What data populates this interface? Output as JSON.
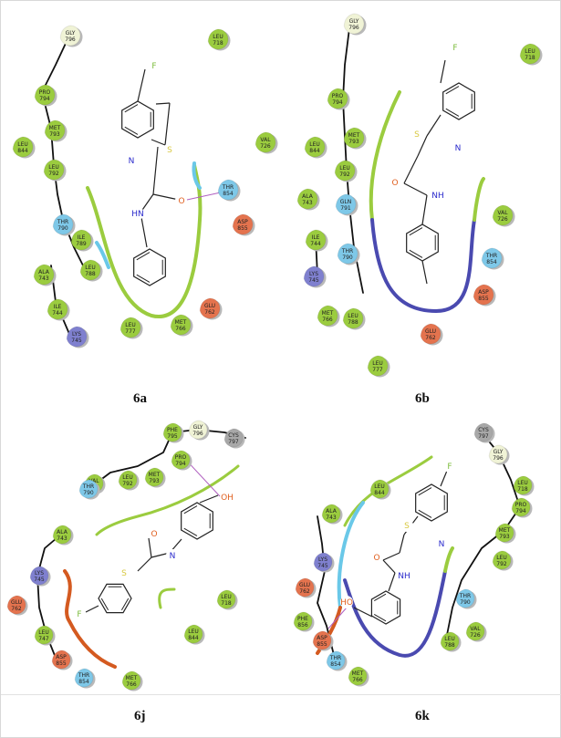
{
  "colors": {
    "hydrophobic": "#9bcc3f",
    "polar": "#7ec8e8",
    "neg": "#e4734e",
    "pos": "#7f80cf",
    "glycine": "#f0f3d6",
    "unknown": "#a8a8a8",
    "pocket_green": "#9bcc3f",
    "pocket_blue": "#4a4ab0",
    "pocket_red": "#d45a20",
    "pocket_cyan": "#6ac8e8",
    "hbond": "#b060c0",
    "backbone": "#111111",
    "nitrogen": "#2a2acc",
    "oxygen": "#e06020",
    "sulfur": "#d8c840",
    "fluorine": "#7cbc3c"
  },
  "panels": [
    {
      "id": "6a",
      "caption": "6a",
      "residues": [
        {
          "name": "GLY",
          "num": "796",
          "type": "glycine"
        },
        {
          "name": "LEU",
          "num": "718",
          "type": "hydrophobic"
        },
        {
          "name": "PRO",
          "num": "794",
          "type": "hydrophobic"
        },
        {
          "name": "MET",
          "num": "793",
          "type": "hydrophobic"
        },
        {
          "name": "LEU",
          "num": "844",
          "type": "hydrophobic"
        },
        {
          "name": "LEU",
          "num": "792",
          "type": "hydrophobic"
        },
        {
          "name": "VAL",
          "num": "726",
          "type": "hydrophobic"
        },
        {
          "name": "THR",
          "num": "854",
          "type": "polar"
        },
        {
          "name": "ASP",
          "num": "855",
          "type": "neg"
        },
        {
          "name": "THR",
          "num": "790",
          "type": "polar"
        },
        {
          "name": "ILE",
          "num": "789",
          "type": "hydrophobic"
        },
        {
          "name": "LEU",
          "num": "788",
          "type": "hydrophobic"
        },
        {
          "name": "ALA",
          "num": "743",
          "type": "hydrophobic"
        },
        {
          "name": "ILE",
          "num": "744",
          "type": "hydrophobic"
        },
        {
          "name": "LYS",
          "num": "745",
          "type": "pos"
        },
        {
          "name": "LEU",
          "num": "777",
          "type": "hydrophobic"
        },
        {
          "name": "MET",
          "num": "766",
          "type": "hydrophobic"
        },
        {
          "name": "GLU",
          "num": "762",
          "type": "neg"
        }
      ],
      "atoms": [
        {
          "label": "F",
          "element": "fluorine"
        },
        {
          "label": "S",
          "element": "sulfur"
        },
        {
          "label": "N",
          "element": "nitrogen"
        },
        {
          "label": "O",
          "element": "oxygen"
        },
        {
          "label": "HN",
          "element": "nitrogen"
        }
      ]
    },
    {
      "id": "6b",
      "caption": "6b",
      "residues": [
        {
          "name": "GLY",
          "num": "796",
          "type": "glycine"
        },
        {
          "name": "LEU",
          "num": "718",
          "type": "hydrophobic"
        },
        {
          "name": "PRO",
          "num": "794",
          "type": "hydrophobic"
        },
        {
          "name": "MET",
          "num": "793",
          "type": "hydrophobic"
        },
        {
          "name": "LEU",
          "num": "844",
          "type": "hydrophobic"
        },
        {
          "name": "LEU",
          "num": "792",
          "type": "hydrophobic"
        },
        {
          "name": "ALA",
          "num": "743",
          "type": "hydrophobic"
        },
        {
          "name": "GLN",
          "num": "791",
          "type": "polar"
        },
        {
          "name": "ILE",
          "num": "744",
          "type": "hydrophobic"
        },
        {
          "name": "THR",
          "num": "790",
          "type": "polar"
        },
        {
          "name": "VAL",
          "num": "726",
          "type": "hydrophobic"
        },
        {
          "name": "LYS",
          "num": "745",
          "type": "pos"
        },
        {
          "name": "THR",
          "num": "854",
          "type": "polar"
        },
        {
          "name": "ASP",
          "num": "855",
          "type": "neg"
        },
        {
          "name": "MET",
          "num": "766",
          "type": "hydrophobic"
        },
        {
          "name": "LEU",
          "num": "788",
          "type": "hydrophobic"
        },
        {
          "name": "GLU",
          "num": "762",
          "type": "neg"
        },
        {
          "name": "LEU",
          "num": "777",
          "type": "hydrophobic"
        }
      ],
      "atoms": [
        {
          "label": "F",
          "element": "fluorine"
        },
        {
          "label": "S",
          "element": "sulfur"
        },
        {
          "label": "N",
          "element": "nitrogen"
        },
        {
          "label": "O",
          "element": "oxygen"
        },
        {
          "label": "NH",
          "element": "nitrogen"
        }
      ]
    },
    {
      "id": "6j",
      "caption": "6j",
      "residues": [
        {
          "name": "PHE",
          "num": "795",
          "type": "hydrophobic"
        },
        {
          "name": "GLY",
          "num": "796",
          "type": "glycine"
        },
        {
          "name": "CYS",
          "num": "797",
          "type": "unknown"
        },
        {
          "name": "PRO",
          "num": "794",
          "type": "hydrophobic"
        },
        {
          "name": "VAL",
          "num": "726",
          "type": "hydrophobic"
        },
        {
          "name": "LEU",
          "num": "792",
          "type": "hydrophobic"
        },
        {
          "name": "MET",
          "num": "793",
          "type": "hydrophobic"
        },
        {
          "name": "THR",
          "num": "790",
          "type": "polar"
        },
        {
          "name": "ALA",
          "num": "743",
          "type": "hydrophobic"
        },
        {
          "name": "LYS",
          "num": "745",
          "type": "pos"
        },
        {
          "name": "GLU",
          "num": "762",
          "type": "neg"
        },
        {
          "name": "LEU",
          "num": "718",
          "type": "hydrophobic"
        },
        {
          "name": "LEU",
          "num": "844",
          "type": "hydrophobic"
        },
        {
          "name": "LEU",
          "num": "747",
          "type": "hydrophobic"
        },
        {
          "name": "ASP",
          "num": "855",
          "type": "neg"
        },
        {
          "name": "THR",
          "num": "854",
          "type": "polar"
        },
        {
          "name": "MET",
          "num": "766",
          "type": "hydrophobic"
        }
      ],
      "atoms": [
        {
          "label": "OH",
          "element": "oxygen"
        },
        {
          "label": "O",
          "element": "oxygen"
        },
        {
          "label": "N",
          "element": "nitrogen"
        },
        {
          "label": "S",
          "element": "sulfur"
        },
        {
          "label": "F",
          "element": "fluorine"
        }
      ]
    },
    {
      "id": "6k",
      "caption": "6k",
      "residues": [
        {
          "name": "CYS",
          "num": "797",
          "type": "unknown"
        },
        {
          "name": "GLY",
          "num": "796",
          "type": "glycine"
        },
        {
          "name": "LEU",
          "num": "718",
          "type": "hydrophobic"
        },
        {
          "name": "PRO",
          "num": "794",
          "type": "hydrophobic"
        },
        {
          "name": "MET",
          "num": "793",
          "type": "hydrophobic"
        },
        {
          "name": "ALA",
          "num": "743",
          "type": "hydrophobic"
        },
        {
          "name": "LEU",
          "num": "844",
          "type": "hydrophobic"
        },
        {
          "name": "LEU",
          "num": "792",
          "type": "hydrophobic"
        },
        {
          "name": "LYS",
          "num": "745",
          "type": "pos"
        },
        {
          "name": "GLU",
          "num": "762",
          "type": "neg"
        },
        {
          "name": "THR",
          "num": "790",
          "type": "polar"
        },
        {
          "name": "PHE",
          "num": "856",
          "type": "hydrophobic"
        },
        {
          "name": "ASP",
          "num": "855",
          "type": "neg"
        },
        {
          "name": "VAL",
          "num": "726",
          "type": "hydrophobic"
        },
        {
          "name": "LEU",
          "num": "788",
          "type": "hydrophobic"
        },
        {
          "name": "THR",
          "num": "854",
          "type": "polar"
        },
        {
          "name": "MET",
          "num": "766",
          "type": "hydrophobic"
        }
      ],
      "atoms": [
        {
          "label": "F",
          "element": "fluorine"
        },
        {
          "label": "S",
          "element": "sulfur"
        },
        {
          "label": "N",
          "element": "nitrogen"
        },
        {
          "label": "O",
          "element": "oxygen"
        },
        {
          "label": "NH",
          "element": "nitrogen"
        },
        {
          "label": "HO",
          "element": "oxygen"
        }
      ]
    }
  ]
}
